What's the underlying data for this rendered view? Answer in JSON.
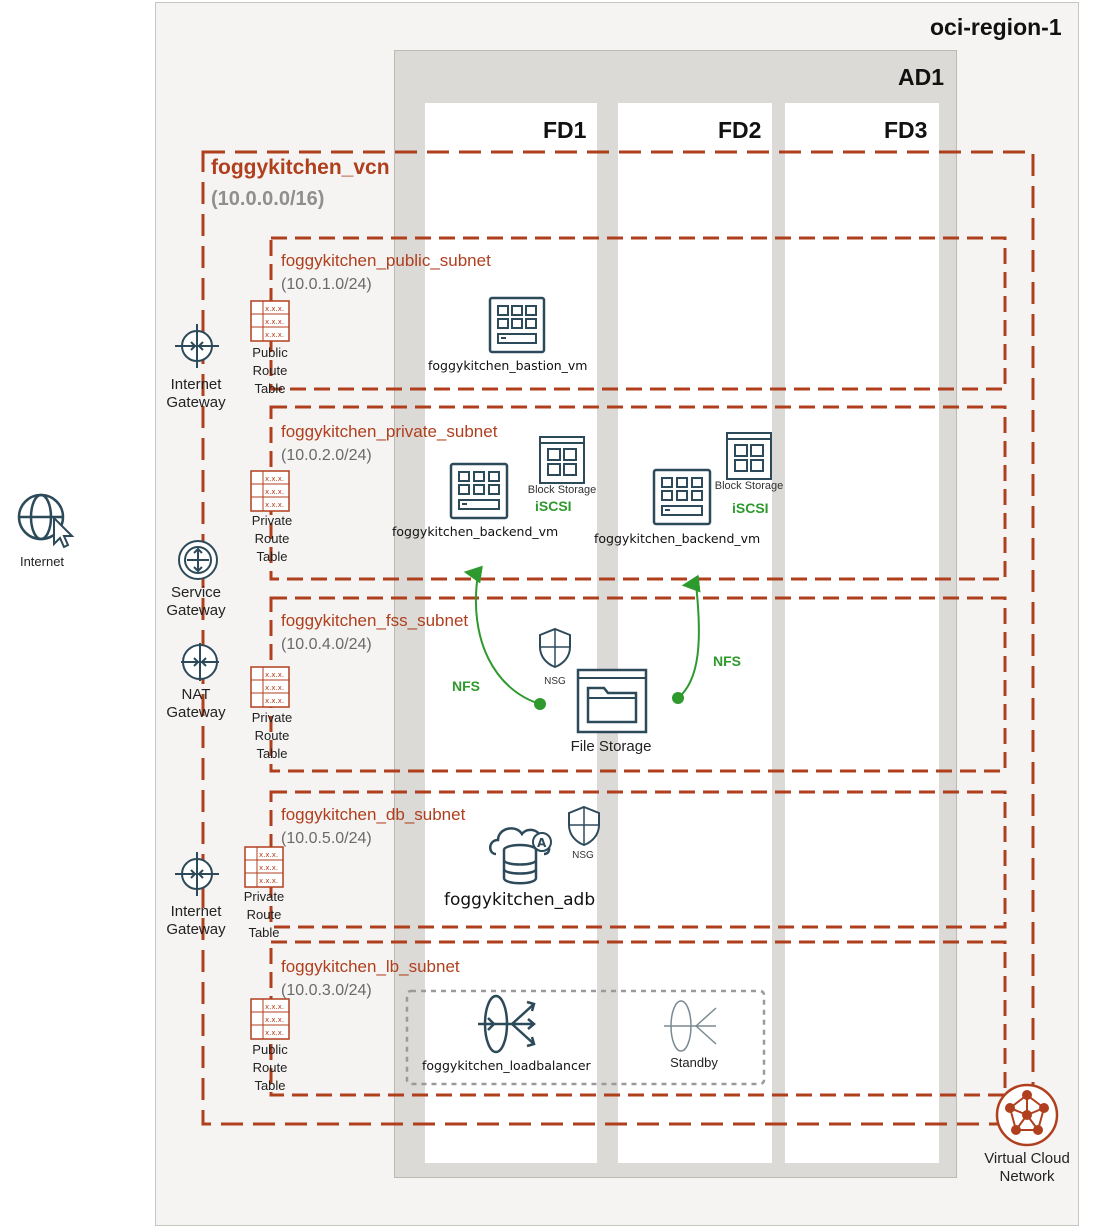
{
  "region": {
    "label": "oci-region-1"
  },
  "ad": {
    "label": "AD1"
  },
  "fault_domains": [
    "FD1",
    "FD2",
    "FD3"
  ],
  "vcn": {
    "name": "foggykitchen_vcn",
    "cidr": "(10.0.0.0/16)"
  },
  "subnets": [
    {
      "name": "foggykitchen_public_subnet",
      "cidr": "(10.0.1.0/24)",
      "route_table": [
        "Public",
        "Route",
        "Table"
      ]
    },
    {
      "name": "foggykitchen_private_subnet",
      "cidr": "(10.0.2.0/24)",
      "route_table": [
        "Private",
        "Route",
        "Table"
      ]
    },
    {
      "name": "foggykitchen_fss_subnet",
      "cidr": "(10.0.4.0/24)",
      "route_table": [
        "Private",
        "Route",
        "Table"
      ]
    },
    {
      "name": "foggykitchen_db_subnet",
      "cidr": "(10.0.5.0/24)",
      "route_table": [
        "Private",
        "Route",
        "Table"
      ]
    },
    {
      "name": "foggykitchen_lb_subnet",
      "cidr": "(10.0.3.0/24)",
      "route_table": [
        "Public",
        "Route",
        "Table"
      ]
    }
  ],
  "gateways": {
    "internet_1": [
      "Internet",
      "Gateway"
    ],
    "service": [
      "Service",
      "Gateway"
    ],
    "nat": [
      "NAT",
      "Gateway"
    ],
    "internet_2": [
      "Internet",
      "Gateway"
    ]
  },
  "internet": {
    "label": "Internet"
  },
  "resources": {
    "bastion": "foggykitchen_bastion_vm",
    "backend_1": "foggykitchen_backend_vm",
    "backend_2": "foggykitchen_backend_vm",
    "block_storage_1": "Block Storage",
    "block_storage_2": "Block Storage",
    "iscsi_1": "iSCSI",
    "iscsi_2": "iSCSI",
    "nfs_1": "NFS",
    "nfs_2": "NFS",
    "nsg_fss": "NSG",
    "nsg_db": "NSG",
    "file_storage": "File Storage",
    "adb": "foggykitchen_adb",
    "loadbalancer": "foggykitchen_loadbalancer",
    "standby": "Standby"
  },
  "vcn_icon": {
    "label_line1": "Virtual Cloud",
    "label_line2": "Network"
  },
  "colors": {
    "oracle_red": "#b03f1e",
    "icon_dark": "#2d4a5a",
    "green": "#2e9a2e"
  }
}
